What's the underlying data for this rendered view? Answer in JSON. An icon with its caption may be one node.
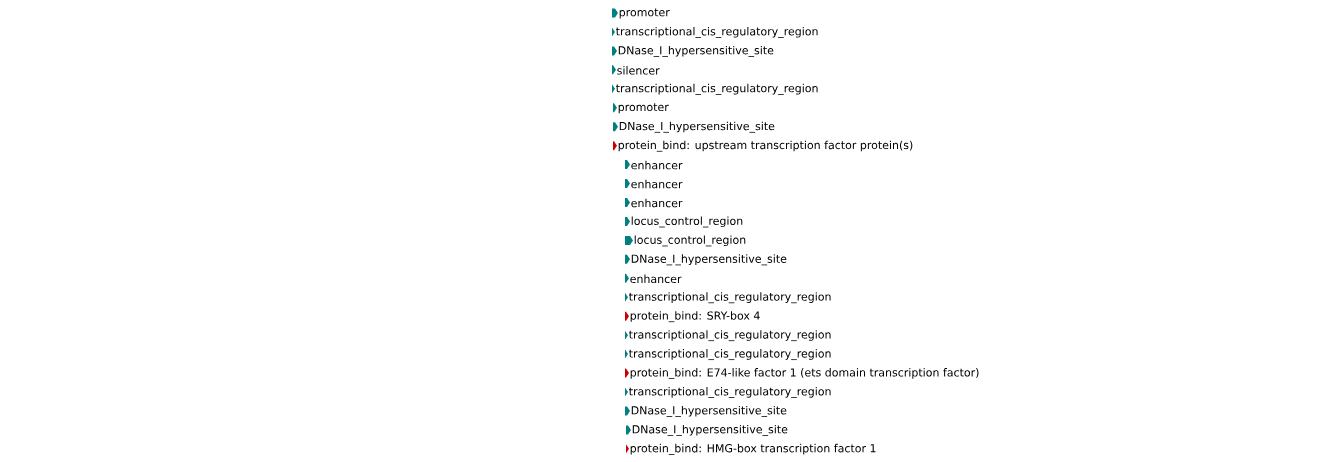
{
  "diagram": {
    "labels": [
      "promoter",
      "transcriptional_cis_regulatory_region",
      "DNase_I_hypersensitive_site",
      "silencer",
      "transcriptional_cis_regulatory_region",
      "promoter",
      "DNase_I_hypersensitive_site",
      "protein_bind: upstream transcription factor protein(s)",
      "enhancer",
      "enhancer",
      "enhancer",
      "locus_control_region",
      "locus_control_region",
      "DNase_I_hypersensitive_site",
      "enhancer",
      "transcriptional_cis_regulatory_region",
      "protein_bind: SRY-box 4",
      "transcriptional_cis_regulatory_region",
      "transcriptional_cis_regulatory_region",
      "protein_bind: E74-like factor 1 (ets domain transcription factor)",
      "transcriptional_cis_regulatory_region",
      "DNase_I_hypersensitive_site",
      "DNase_I_hypersensitive_site",
      "protein_bind: HMG-box transcription factor 1"
    ]
  }
}
